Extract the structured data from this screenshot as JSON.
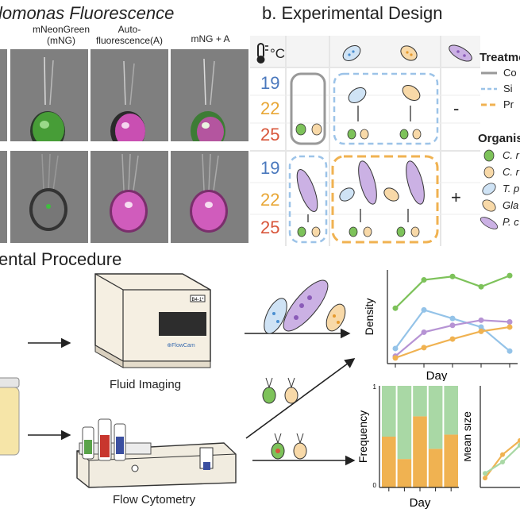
{
  "panel_a": {
    "title": "lomonas Fluorescence",
    "col_labels": [
      "mNeonGreen\n(mNG)",
      "Auto-\nfluorescence(A)",
      "mNG + A"
    ]
  },
  "panel_b": {
    "title": "b. Experimental Design",
    "temp_unit": "°C",
    "temps": [
      "19",
      "22",
      "25"
    ],
    "signs": [
      "-",
      "+"
    ],
    "treatment_title": "Treatme",
    "treatment_items": [
      "Co",
      "Si",
      "Pr"
    ],
    "organism_title": "Organis",
    "organism_items": [
      "C. r",
      "C. r",
      "T. p",
      "Gla",
      "P. c"
    ]
  },
  "panel_c": {
    "title": "ental Procedure",
    "fluid_imaging": "Fluid Imaging",
    "flow_cytometry": "Flow Cytometry",
    "device_tag": "B4-1*",
    "device_brand": "⊕FlowCam"
  },
  "colors": {
    "green": "#7dc25a",
    "orange": "#f0b251",
    "blue": "#94c3e8",
    "purple": "#b693d4",
    "temp19": "#4a78bd",
    "temp22": "#e8a635",
    "temp25": "#d8553a"
  },
  "chart_data": [
    {
      "type": "line",
      "ylabel": "Density",
      "xlabel": "Day",
      "x": [
        1,
        2,
        3,
        4,
        5
      ],
      "series": [
        {
          "color": "#7dc25a",
          "values": [
            0.6,
            0.93,
            0.97,
            0.85,
            0.98
          ]
        },
        {
          "color": "#94c3e8",
          "values": [
            0.13,
            0.58,
            0.48,
            0.38,
            0.1
          ]
        },
        {
          "color": "#b693d4",
          "values": [
            0.04,
            0.32,
            0.4,
            0.46,
            0.44
          ]
        },
        {
          "color": "#f0b251",
          "values": [
            0.02,
            0.14,
            0.24,
            0.33,
            0.38
          ]
        }
      ]
    },
    {
      "type": "bar",
      "ylabel": "Frequency",
      "xlabel": "Day",
      "yticks": [
        "0",
        "1"
      ],
      "categories": [
        "1",
        "2",
        "3",
        "4",
        "5"
      ],
      "series": [
        {
          "color": "#f0b251",
          "values": [
            0.5,
            0.28,
            0.7,
            0.38,
            0.52
          ]
        },
        {
          "color": "#a9d8a5",
          "values": [
            0.5,
            0.72,
            0.3,
            0.62,
            0.48
          ]
        }
      ]
    },
    {
      "type": "line",
      "ylabel": "Mean size",
      "xlabel": "",
      "x": [
        1,
        2,
        3
      ],
      "series": [
        {
          "color": "#f0b251",
          "values": [
            0.05,
            0.3,
            0.45
          ]
        },
        {
          "color": "#a9d8a5",
          "values": [
            0.1,
            0.22,
            0.4
          ]
        }
      ]
    }
  ]
}
